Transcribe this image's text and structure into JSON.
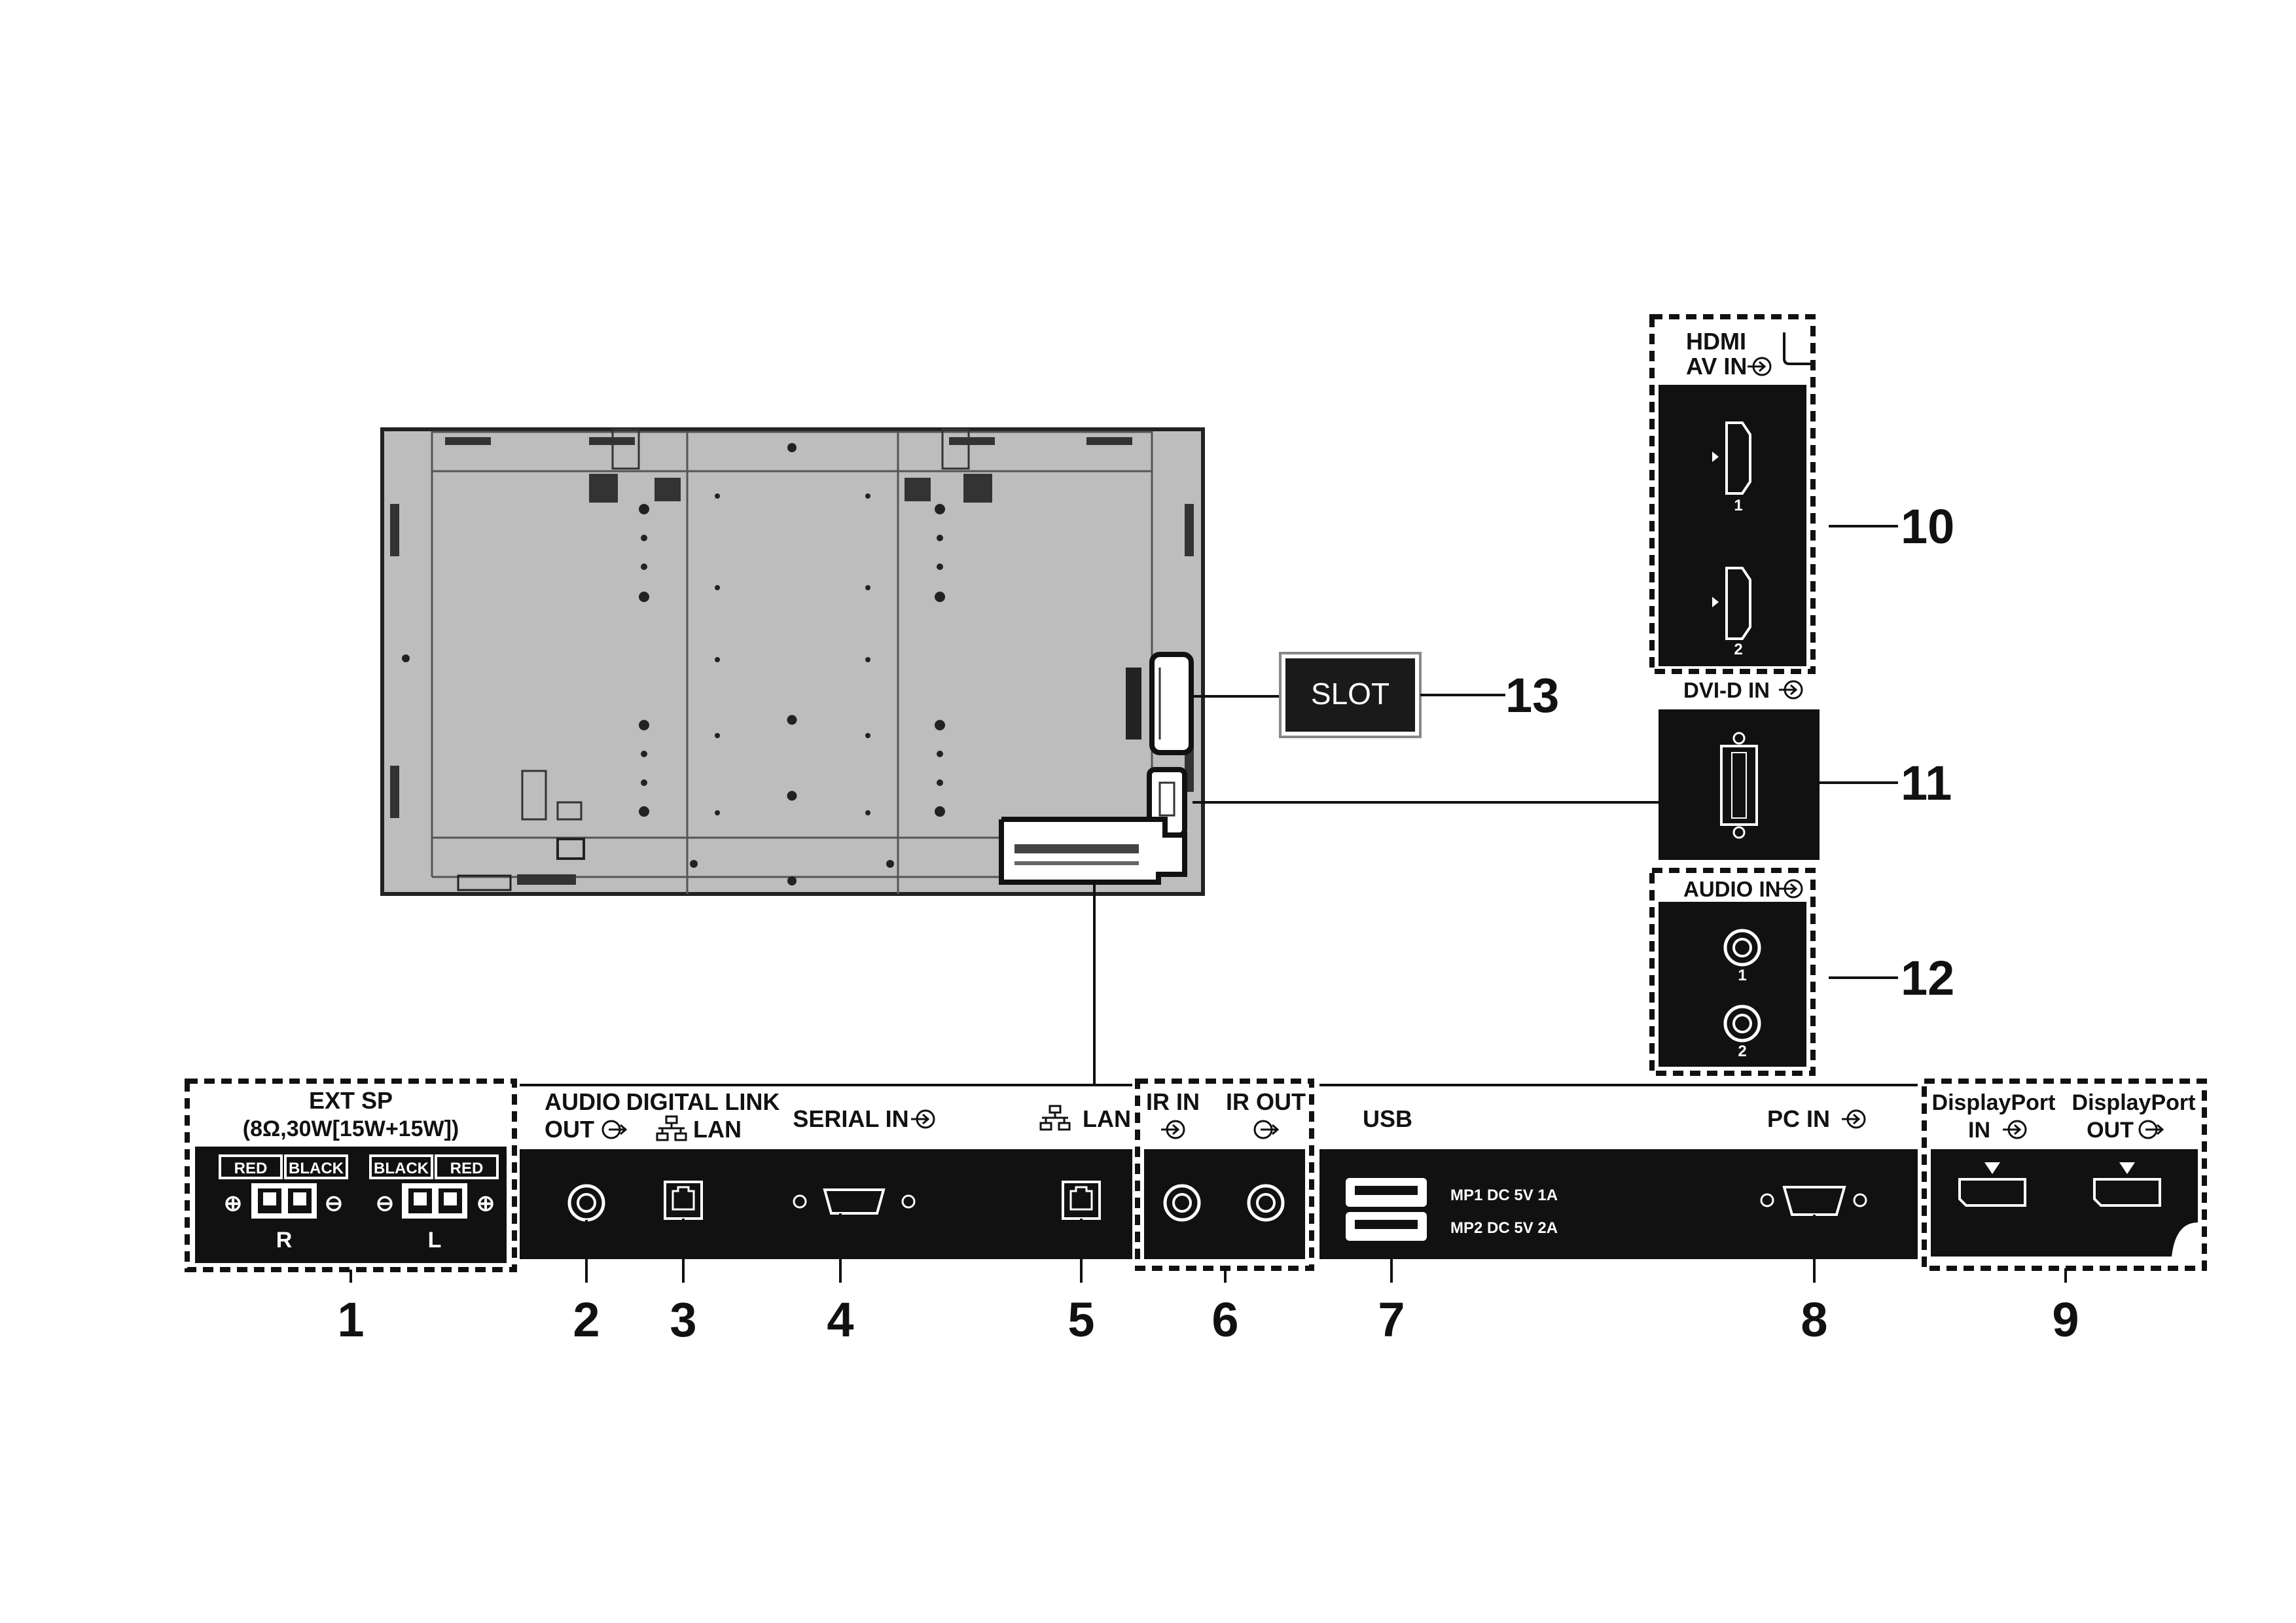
{
  "slot": {
    "label": "SLOT",
    "number": "13"
  },
  "ext_sp": {
    "title": "EXT SP",
    "spec": "(8Ω,30W[15W+15W])",
    "red": "RED",
    "black": "BLACK",
    "r": "R",
    "l": "L",
    "number": "1"
  },
  "audio_out": {
    "line1": "AUDIO",
    "line2": "OUT",
    "number": "2"
  },
  "digital_link": {
    "line1": "DIGITAL LINK",
    "line2": "LAN",
    "number": "3"
  },
  "serial_in": {
    "label": "SERIAL IN",
    "number": "4"
  },
  "lan": {
    "label": "LAN",
    "number": "5"
  },
  "ir": {
    "in": "IR IN",
    "out": "IR OUT",
    "number": "6"
  },
  "usb": {
    "label": "USB",
    "mp1": "MP1  DC 5V 1A",
    "mp2": "MP2  DC 5V 2A",
    "number": "7"
  },
  "pc_in": {
    "label": "PC IN",
    "number": "8"
  },
  "displayport": {
    "in_l1": "DisplayPort",
    "in_l2": "IN",
    "out_l1": "DisplayPort",
    "out_l2": "OUT",
    "number": "9"
  },
  "hdmi": {
    "line1": "HDMI",
    "line2": "AV IN",
    "port1": "1",
    "port2": "2",
    "number": "10"
  },
  "dvi": {
    "label": "DVI-D  IN",
    "number": "11"
  },
  "audio_in": {
    "label": "AUDIO IN",
    "port1": "1",
    "port2": "2",
    "number": "12"
  },
  "symbols": {
    "input": "input-arrow-icon",
    "output": "output-arrow-icon",
    "network": "network-icon",
    "plus": "⊕",
    "minus": "⊖"
  }
}
